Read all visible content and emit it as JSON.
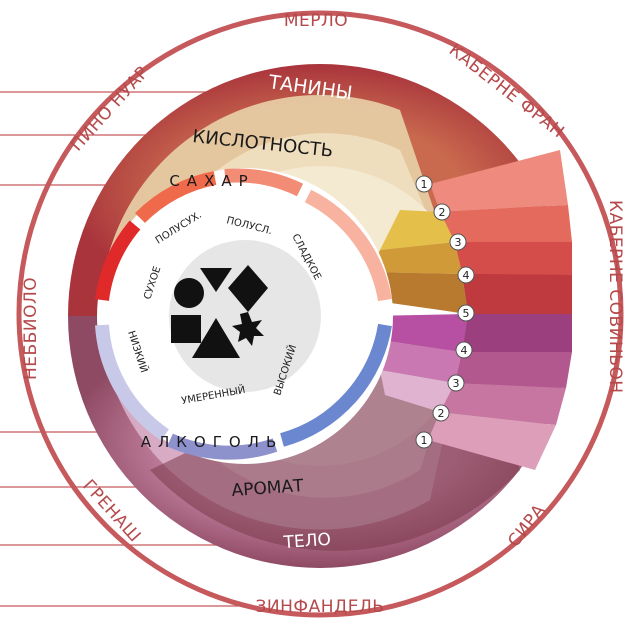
{
  "grapes": {
    "merlot": "МЕРЛО",
    "cabernet_franc": "КАБЕРНЕ ФРАН",
    "cabernet_sauvignon": "КАБЕРНЕ СОВИНЬОН",
    "syrah": "СИРА",
    "zinfandel": "ЗИНФАНДЕЛЬ",
    "grenache": "ГРЕНАШ",
    "nebbiolo": "НЕББИОЛО",
    "pinot_noir": "ПИНО НУАР"
  },
  "bands": {
    "tannins": "ТАНИНЫ",
    "acidity": "КИСЛОТНОСТЬ",
    "aroma": "АРОМАТ",
    "body": "ТЕЛО"
  },
  "sugar": {
    "title": "САХАР",
    "levels": [
      "СУХОЕ",
      "ПОЛУСУХ.",
      "ПОЛУСЛ.",
      "СЛАДКОЕ"
    ]
  },
  "alcohol": {
    "title": "АЛКОГОЛЬ",
    "levels": [
      "НИЗКИЙ",
      "УМЕРЕННЫЙ",
      "ВЫСОКИЙ"
    ]
  },
  "scale_upper": [
    "1",
    "2",
    "3",
    "4",
    "5"
  ],
  "scale_lower": [
    "4",
    "3",
    "2",
    "1"
  ],
  "center_icon": "shapes-icon",
  "colors": {
    "outer_ring": "#c5595c",
    "grape_text": "#b5494b",
    "tannin_band": "#c0454a",
    "acidity_band": "#e8d2a8",
    "aroma_band": "#d9b0c8",
    "body_band": "#8a3f4f",
    "sugar_segment": "#f08a74",
    "alcohol_segment": "#8d92cc",
    "center_disc": "#e6e6e6"
  }
}
